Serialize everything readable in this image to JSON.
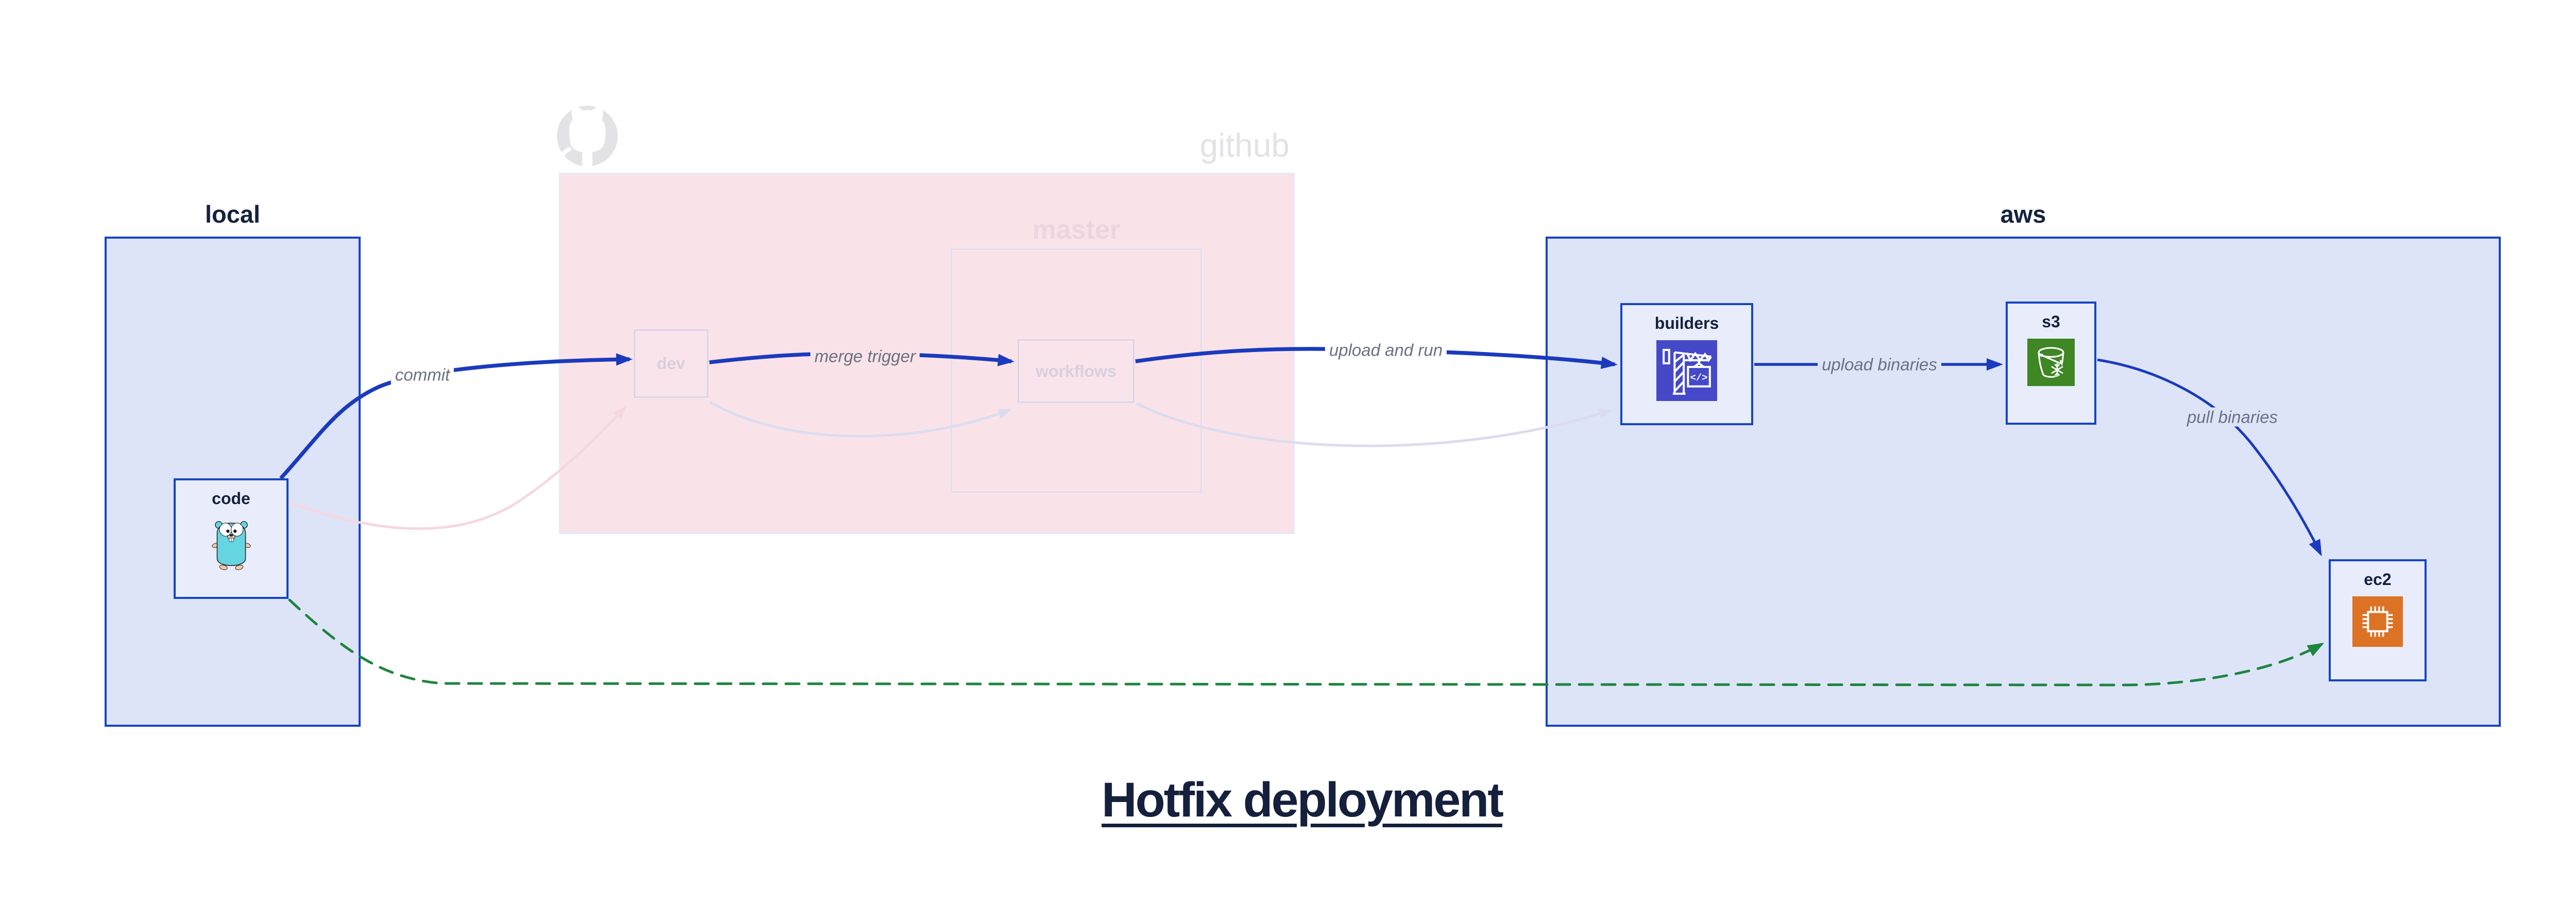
{
  "title": "Hotfix deployment",
  "clusters": {
    "local": {
      "label": "local"
    },
    "github": {
      "label": "github"
    },
    "master": {
      "label": "master"
    },
    "aws": {
      "label": "aws"
    }
  },
  "nodes": {
    "code": {
      "label": "code",
      "icon": "gopher-icon"
    },
    "dev": {
      "label": "dev"
    },
    "workflows": {
      "label": "workflows"
    },
    "builders": {
      "label": "builders",
      "icon": "codebuild-crane-icon"
    },
    "s3": {
      "label": "s3",
      "icon": "s3-glacier-bucket-icon"
    },
    "ec2": {
      "label": "ec2",
      "icon": "ec2-chip-icon"
    }
  },
  "edges": {
    "commit": {
      "label": "commit",
      "from": "code",
      "to": "dev",
      "style": "solid-blue"
    },
    "merge_trigger": {
      "label": "merge trigger",
      "from": "dev",
      "to": "workflows",
      "style": "solid-blue"
    },
    "upload_and_run": {
      "label": "upload and run",
      "from": "workflows",
      "to": "builders",
      "style": "solid-blue"
    },
    "upload_binaries": {
      "label": "upload binaries",
      "from": "builders",
      "to": "s3",
      "style": "solid-blue"
    },
    "pull_binaries": {
      "label": "pull binaries",
      "from": "s3",
      "to": "ec2",
      "style": "solid-blue"
    },
    "hotfix_direct": {
      "label": "",
      "from": "code",
      "to": "ec2",
      "style": "dashed-green"
    },
    "faded_code_dev": {
      "label": "",
      "from": "code",
      "to": "dev",
      "style": "faded-pink"
    },
    "faded_dev_workflows": {
      "label": "",
      "from": "dev",
      "to": "workflows",
      "style": "faded-lavender"
    },
    "faded_workflows_builders": {
      "label": "",
      "from": "workflows",
      "to": "builders",
      "style": "faded-lavender"
    }
  },
  "colors": {
    "edge_blue": "#1b3abd",
    "node_border": "#1646c0",
    "cluster_blue_border": "#1b44c2",
    "cluster_blue_fill": "#dde4f8",
    "node_fill": "#e9edfb",
    "cluster_pink_fill": "#f9e3e9",
    "cluster_pink_border": "#e4e9f7",
    "master_border": "#e2deef",
    "master_label": "#ebd5de",
    "faded_node_border": "#dcd5ea",
    "faded_node_fill": "#f8e4ea",
    "faded_node_text": "#d8cfdf",
    "faded_pink_edge": "#f5d8df",
    "faded_lavender_edge": "#dcdcf0",
    "green_dashed": "#1e8540",
    "text_dark": "#15223d",
    "text_muted": "#6a7181",
    "watermark_gray": "#e3e3e6",
    "title_color": "#15203c",
    "codebuild_bg": "#4549c8",
    "s3_bg": "#3f8624",
    "ec2_bg": "#dc7224",
    "gopher_teal": "#66d5e2"
  }
}
